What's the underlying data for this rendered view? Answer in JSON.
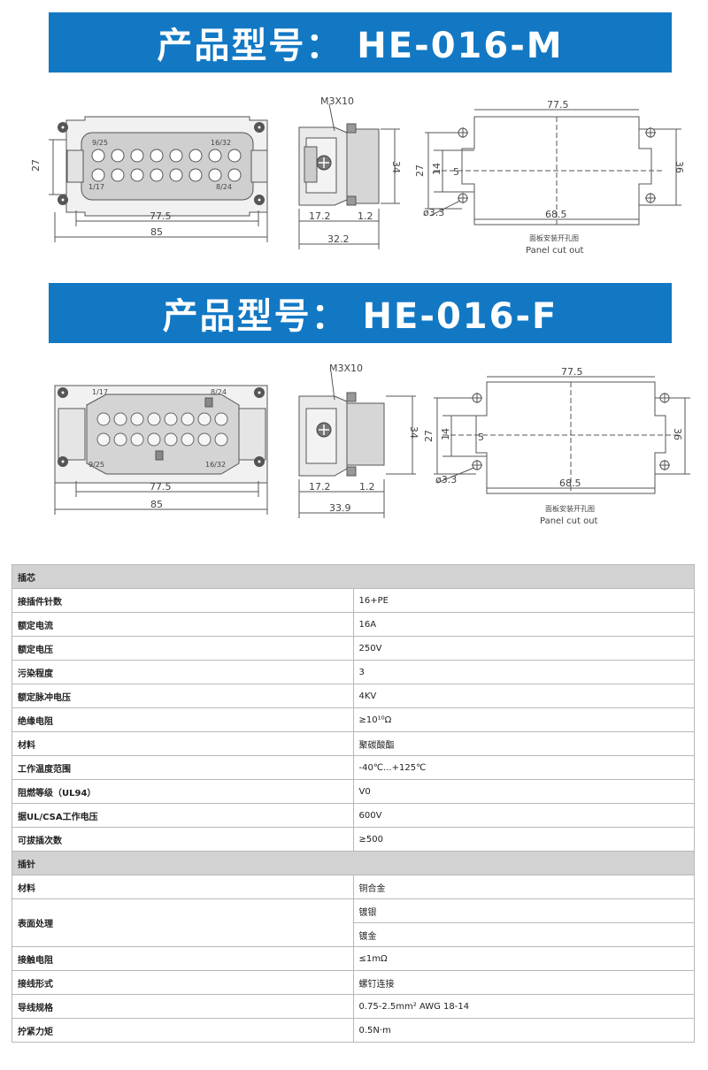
{
  "banner_m": "产品型号： HE-016-M",
  "banner_f": "产品型号： HE-016-F",
  "drawing_m": {
    "front": {
      "pin_top_left": "9/25",
      "pin_top_right": "16/32",
      "pin_bottom_left": "1/17",
      "pin_bottom_right": "8/24",
      "dim_height": "27",
      "dim_inner_width": "77.5",
      "dim_outer_width": "85"
    },
    "side": {
      "screw": "M3X10",
      "dim_height": "34",
      "dim_a": "17.2",
      "dim_b": "1.2",
      "dim_total": "32.2"
    },
    "panel": {
      "dim_top": "77.5",
      "dim_left_outer": "27",
      "dim_left_inner": "14",
      "dim_small": "5",
      "dim_right": "36",
      "dim_bottom": "68.5",
      "hole": "ø3.3",
      "caption_cn": "面板安装开孔图",
      "caption_en": "Panel cut out"
    }
  },
  "drawing_f": {
    "front": {
      "pin_top_left": "1/17",
      "pin_top_right": "8/24",
      "pin_bottom_left": "9/25",
      "pin_bottom_right": "16/32",
      "dim_inner_width": "77.5",
      "dim_outer_width": "85"
    },
    "side": {
      "screw": "M3X10",
      "dim_height": "34",
      "dim_a": "17.2",
      "dim_b": "1.2",
      "dim_total": "33.9"
    },
    "panel": {
      "dim_top": "77.5",
      "dim_left_outer": "27",
      "dim_left_inner": "14",
      "dim_small": "5",
      "dim_right": "36",
      "dim_bottom": "68.5",
      "hole": "ø3.3",
      "caption_cn": "面板安装开孔图",
      "caption_en": "Panel cut out"
    }
  },
  "table": {
    "section_insert": "插芯",
    "rows_insert": [
      {
        "label": "接插件针数",
        "value": "16+PE"
      },
      {
        "label": "额定电流",
        "value": "16A"
      },
      {
        "label": "额定电压",
        "value": "250V"
      },
      {
        "label": "污染程度",
        "value": "3"
      },
      {
        "label": "额定脉冲电压",
        "value": "4KV"
      },
      {
        "label": "绝缘电阻",
        "value": "≥10¹⁰Ω"
      },
      {
        "label": "材料",
        "value": "聚碳酸酯"
      },
      {
        "label": "工作温度范围",
        "value": "-40℃...+125℃"
      },
      {
        "label": "阻燃等级（UL94）",
        "value": "V0"
      },
      {
        "label": "据UL/CSA工作电压",
        "value": "600V"
      },
      {
        "label": "可拔插次数",
        "value": "≥500"
      }
    ],
    "section_pin": "插针",
    "rows_pin": [
      {
        "label": "材料",
        "value": "铜合金"
      },
      {
        "label": "表面处理",
        "value": "镀银",
        "value2": "镀金"
      },
      {
        "label": "接触电阻",
        "value": "≤1mΩ"
      },
      {
        "label": "接线形式",
        "value": "螺钉连接"
      },
      {
        "label": "导线规格",
        "value": "0.75-2.5mm² AWG 18-14"
      },
      {
        "label": "拧紧力矩",
        "value": "0.5N·m"
      }
    ]
  }
}
